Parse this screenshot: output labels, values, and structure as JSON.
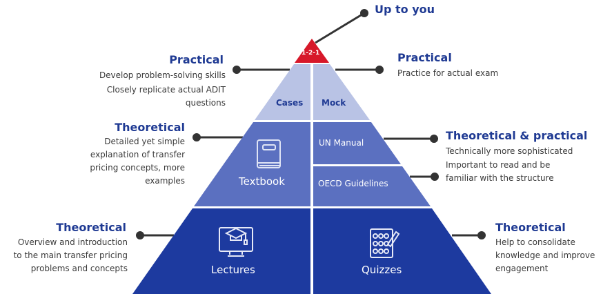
{
  "apex": {
    "label": "1-2-1",
    "callout": "Up to you"
  },
  "tiers": {
    "top": {
      "left_label": "Cases",
      "right_label": "Mock"
    },
    "middle": {
      "left_label": "Textbook",
      "right_top_label": "UN Manual",
      "right_bottom_label": "OECD Guidelines"
    },
    "bottom": {
      "left_label": "Lectures",
      "right_label": "Quizzes"
    }
  },
  "annotations": {
    "top_left": {
      "title": "Practical",
      "lines": [
        "Develop problem-solving skills",
        "Closely replicate actual ADIT",
        "questions"
      ]
    },
    "top_right": {
      "title": "Practical",
      "lines": [
        "Practice for actual exam"
      ]
    },
    "middle_left": {
      "title": "Theoretical",
      "lines": [
        "Detailed yet simple",
        "explanation of transfer",
        "pricing concepts, more",
        "examples"
      ]
    },
    "middle_right": {
      "title": "Theoretical & practical",
      "lines": [
        "Technically more sophisticated",
        "Important to read and be",
        "familiar with the structure"
      ]
    },
    "bottom_left": {
      "title": "Theoretical",
      "lines": [
        "Overview and introduction",
        "to the main transfer pricing",
        "problems and concepts"
      ]
    },
    "bottom_right": {
      "title": "Theoretical",
      "lines": [
        "Help to consolidate",
        "knowledge and improve",
        "engagement"
      ]
    }
  },
  "colors": {
    "apex": "#d7182a",
    "top": "#b9c3e5",
    "middle": "#5b70c0",
    "bottom": "#1d3a9f",
    "heading": "#1f3a93",
    "line": "#333333"
  }
}
